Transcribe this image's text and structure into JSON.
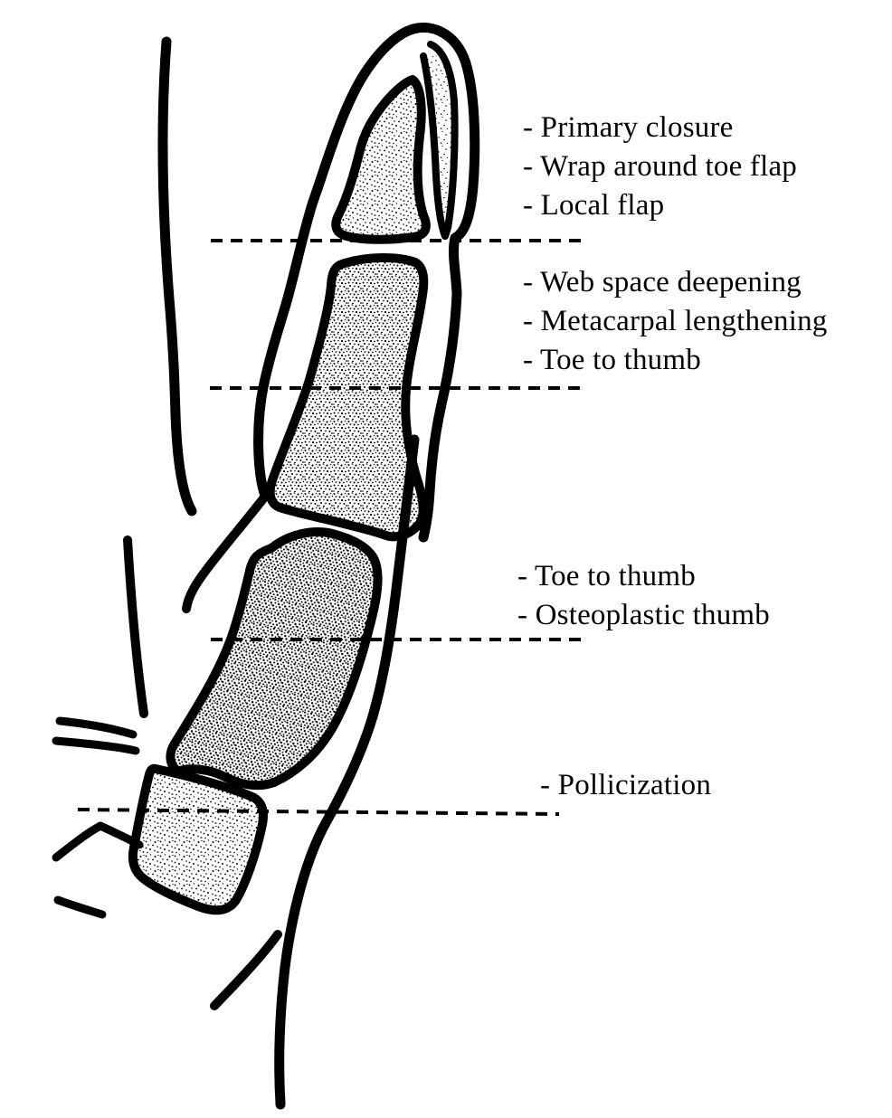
{
  "colors": {
    "ink": "#000000",
    "paper": "#ffffff"
  },
  "levels": [
    {
      "id": "distal-phalanx-level",
      "options": [
        "- Primary closure",
        "- Wrap around toe flap",
        "- Local flap"
      ]
    },
    {
      "id": "proximal-phalanx-level",
      "options": [
        "- Web space deepening",
        "- Metacarpal lengthening",
        "- Toe to thumb"
      ]
    },
    {
      "id": "metacarpal-level",
      "options": [
        "- Toe to thumb",
        "- Osteoplastic thumb"
      ]
    },
    {
      "id": "carpal-level",
      "options": [
        "- Pollicization"
      ]
    }
  ]
}
